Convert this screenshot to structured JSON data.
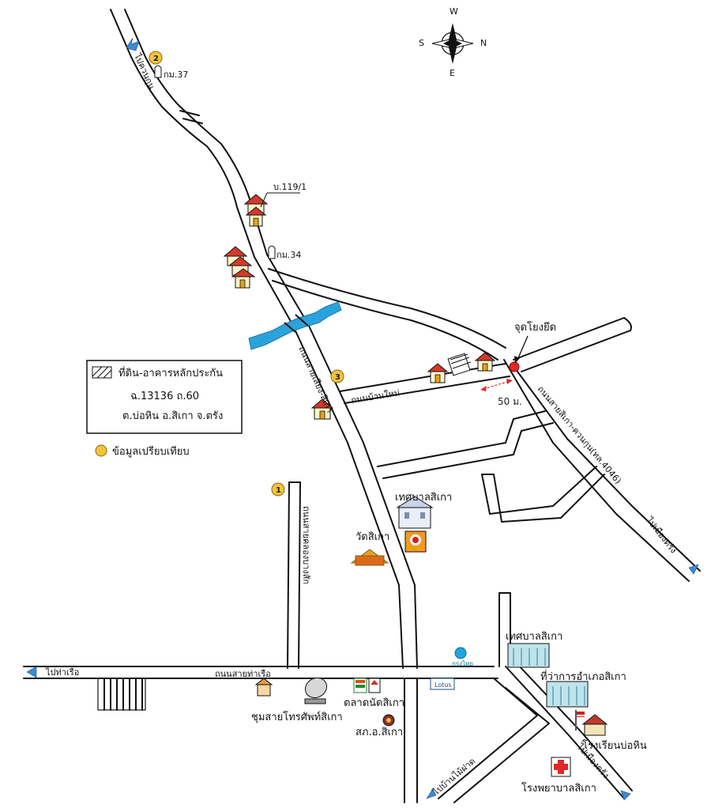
{
  "compass": {
    "top": "W",
    "bottom": "E",
    "left": "S",
    "right": "N"
  },
  "legend": {
    "line1": "ที่ดิน-อาคารหลักประกัน",
    "line2": "ฉ.13136 ถ.60",
    "line3": "ต.บ่อหิน อ.สิเกา จ.ตรัง",
    "marker_label": "ข้อมูลเปรียบเทียบ"
  },
  "markers": [
    "1",
    "2",
    "3"
  ],
  "labels": {
    "km37": "กม.37",
    "km34": "กม.34",
    "house_no": "บ.119/1",
    "junction": "จุดโยงยึด",
    "distance": "50 ม.",
    "road_new_village": "ถนนบ้านใหม่",
    "road_sikao_kantang": "ถนนสายสิเกา-ควนกุน(ทล.4046)",
    "to_trang": "ไปเมืองตรัง",
    "to_trang_2": "ไปเมืองตรัง",
    "road_vertical_1": "ถนนสายคลองบางสัก",
    "road_main_diag": "ถนนสายเสียง-สิเกา",
    "municipality_1": "เทศบาลสิเกา",
    "temple": "วัดสิเกา",
    "road_port": "ถนนสายท่าเรือ",
    "to_port": "ไปท่าเรือ",
    "telephone": "ชุมสายโทรศัพท์สิเกา",
    "market": "ตลาดนัดสิเกา",
    "police": "สภ.อ.สิเกา",
    "lotus": "Lotus",
    "bank": "กรุงไทย",
    "municipality_2": "เทศบาลสิเกา",
    "district_office": "ที่ว่าการอำเภอสิเกา",
    "school": "โรงเรียนบ่อหิน",
    "hospital": "โรงพยาบาลสิเกา",
    "to_ban": "ไปบ้านไม้ฝาด",
    "to_ban_top": "ไปควนกุน"
  },
  "colors": {
    "roof": "#d23a2a",
    "marker": "#f3c33a",
    "river": "#2aa3dc",
    "pin": "#e02828",
    "arrow": "#3a8ad8"
  }
}
